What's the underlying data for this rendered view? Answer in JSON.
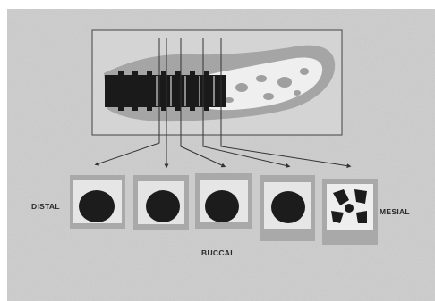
{
  "labels": {
    "distal": "DISTAL",
    "mesial": "MESIAL",
    "buccal": "BUCCAL"
  },
  "colors": {
    "background": "#cfcfcf",
    "bone": "#a3a3a3",
    "implant": "#1b1b1b",
    "marrow": "#f2f2f2",
    "line": "#3a3a3a"
  },
  "sections": [
    {
      "name": "section-1"
    },
    {
      "name": "section-2"
    },
    {
      "name": "section-3"
    },
    {
      "name": "section-4"
    },
    {
      "name": "section-5"
    }
  ]
}
